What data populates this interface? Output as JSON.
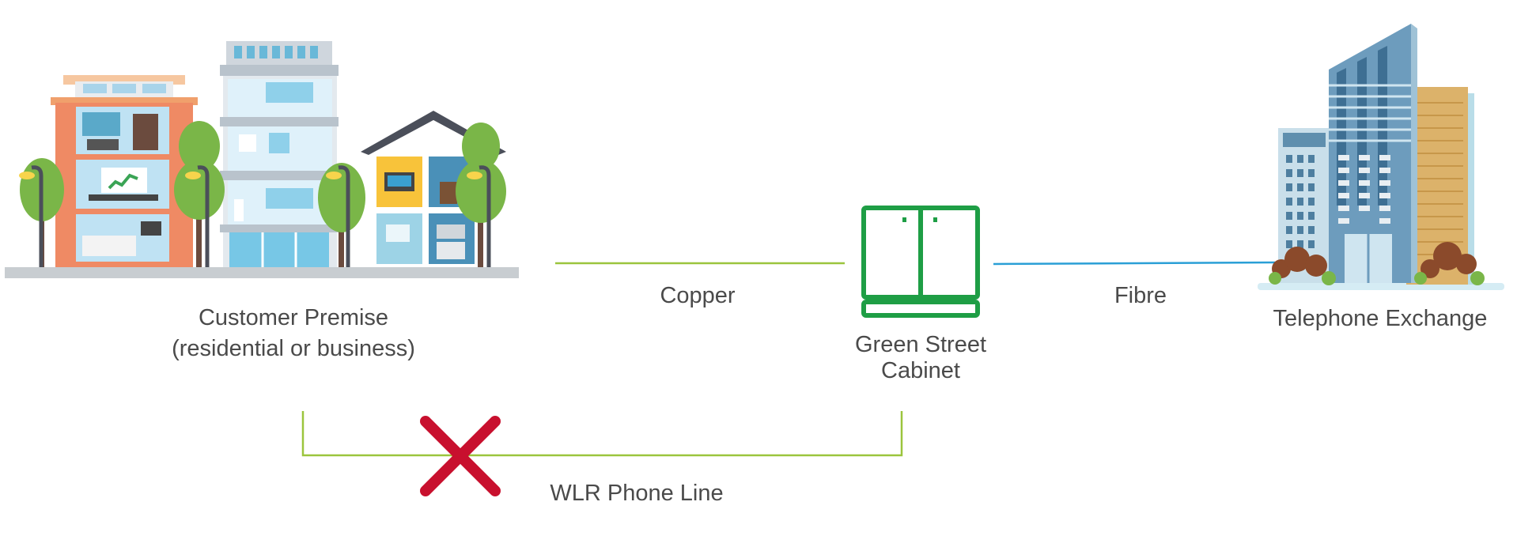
{
  "nodes": {
    "customer": {
      "line1": "Customer Premise",
      "line2": "(residential or business)"
    },
    "cabinet": {
      "line1": "Green Street",
      "line2": "Cabinet"
    },
    "exchange": {
      "label": "Telephone Exchange"
    }
  },
  "links": {
    "copper": "Copper",
    "fibre": "Fibre",
    "wlr": "WLR Phone Line"
  },
  "colors": {
    "copper_line": "#9bc53d",
    "fibre_line": "#2a9fd6",
    "cabinet": "#1e9e45",
    "cross": "#c8102e",
    "text": "#4a4a4a"
  }
}
